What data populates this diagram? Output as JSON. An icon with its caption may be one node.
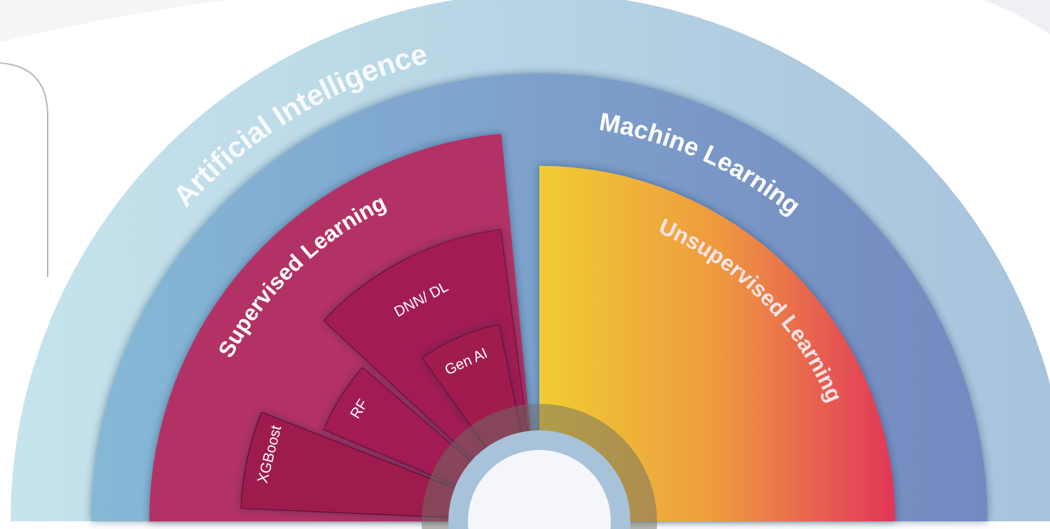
{
  "diagram": {
    "nodes": [
      {
        "text": [
          "Artificial Intelligence"
        ]
      },
      {
        "text": [
          "Machine Learning"
        ],
        "in": 0
      },
      {
        "text": [
          "Supervised Learning"
        ],
        "in": 1
      },
      {
        "text": [
          "DNN/ DL"
        ],
        "in": 2
      },
      {
        "text": [
          "Gen AI"
        ],
        "in": 3
      },
      {
        "text": [
          "RF"
        ],
        "in": 2
      },
      {
        "text": [
          "XGBoost"
        ],
        "in": 2
      },
      {
        "text": [
          "Unsupervised Learning"
        ],
        "in": 1
      }
    ]
  }
}
